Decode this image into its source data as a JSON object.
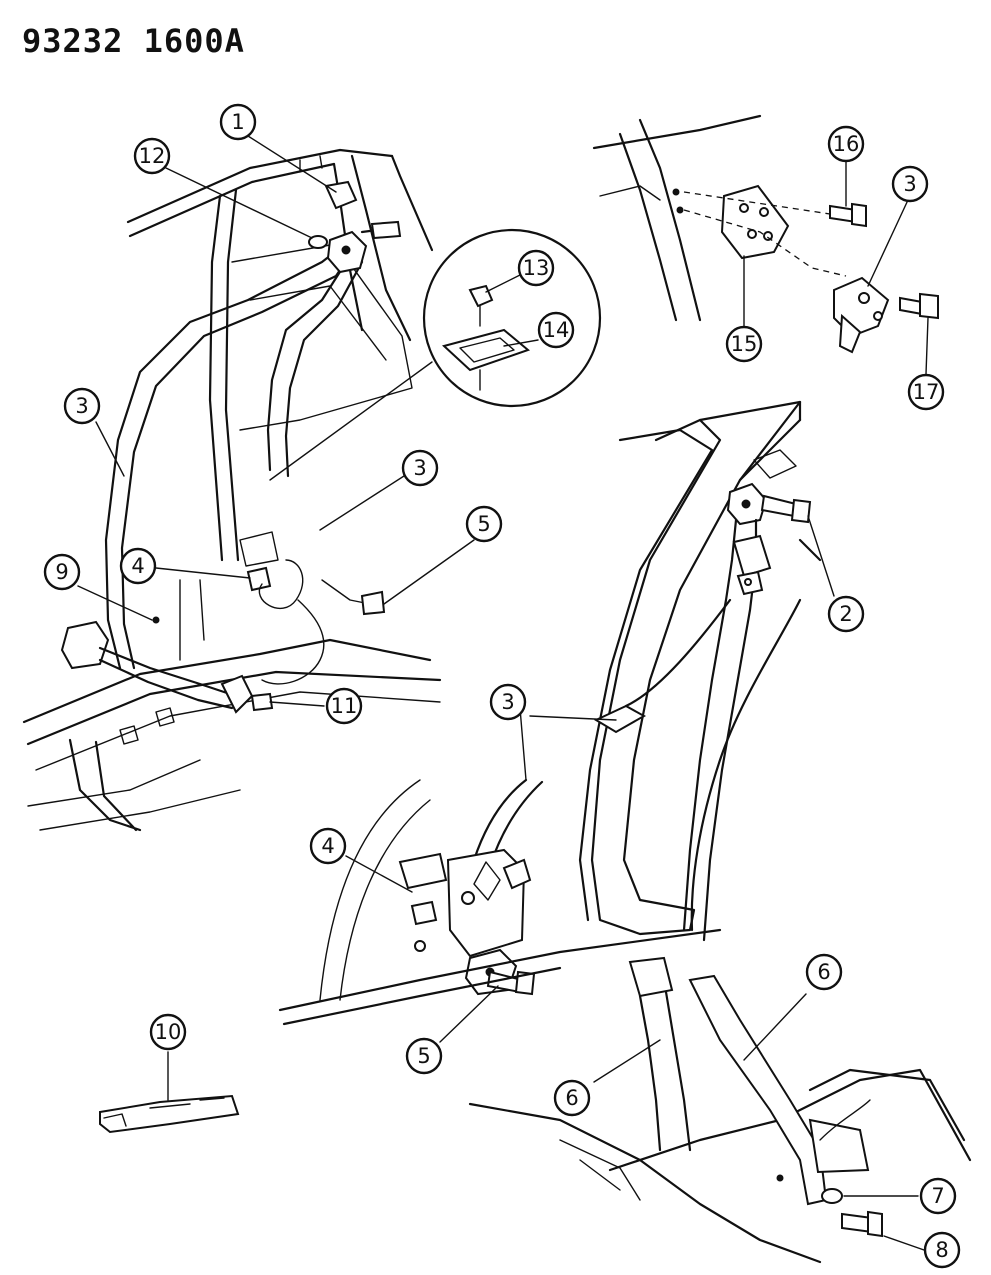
{
  "header": {
    "code": "93232  1600A"
  },
  "callouts": [
    {
      "id": "c1",
      "label": "1"
    },
    {
      "id": "c12",
      "label": "12"
    },
    {
      "id": "c13",
      "label": "13"
    },
    {
      "id": "c14",
      "label": "14"
    },
    {
      "id": "c16",
      "label": "16"
    },
    {
      "id": "c3a",
      "label": "3"
    },
    {
      "id": "c15",
      "label": "15"
    },
    {
      "id": "c17",
      "label": "17"
    },
    {
      "id": "c3b",
      "label": "3"
    },
    {
      "id": "c3c",
      "label": "3"
    },
    {
      "id": "c5a",
      "label": "5"
    },
    {
      "id": "c9",
      "label": "9"
    },
    {
      "id": "c4a",
      "label": "4"
    },
    {
      "id": "c11",
      "label": "11"
    },
    {
      "id": "c2",
      "label": "2"
    },
    {
      "id": "c3d",
      "label": "3"
    },
    {
      "id": "c4b",
      "label": "4"
    },
    {
      "id": "c5b",
      "label": "5"
    },
    {
      "id": "c6a",
      "label": "6"
    },
    {
      "id": "c6b",
      "label": "6"
    },
    {
      "id": "c10",
      "label": "10"
    },
    {
      "id": "c7",
      "label": "7"
    },
    {
      "id": "c8",
      "label": "8"
    }
  ]
}
